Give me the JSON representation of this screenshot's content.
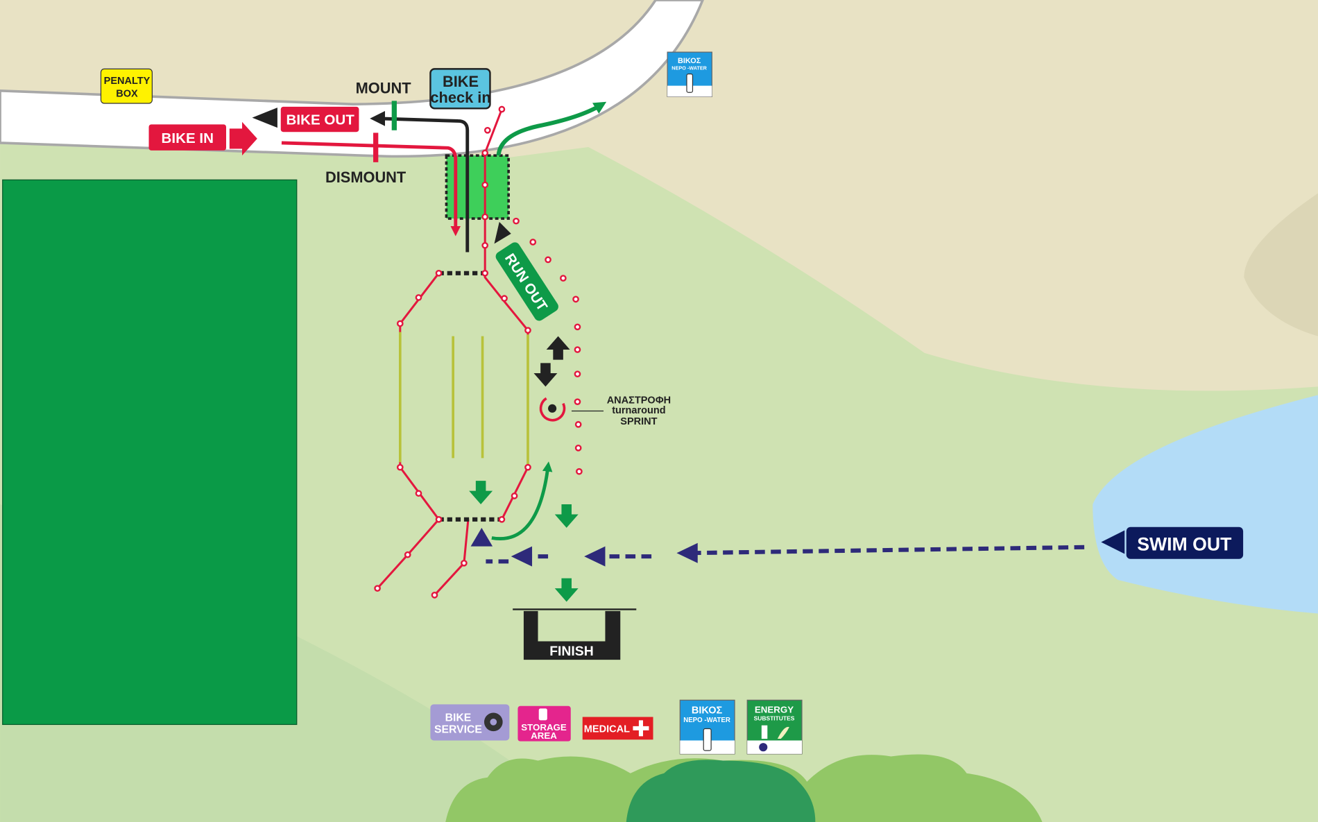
{
  "labels": {
    "penalty_box": [
      "PENALTY",
      "BOX"
    ],
    "mount": "MOUNT",
    "bike_checkin": [
      "BIKE",
      "check in"
    ],
    "bike_out": "BIKE OUT",
    "bike_in": "BIKE IN",
    "dismount": "DISMOUNT",
    "run_out": "RUN OUT",
    "turnaround": [
      "ΑΝΑΣΤΡΟΦΗ",
      "turnaround",
      "SPRINT"
    ],
    "swim_out": "SWIM OUT",
    "finish": "FINISH",
    "bike_service": [
      "BIKE",
      "SERVICE"
    ],
    "storage_area": [
      "STORAGE",
      "AREA"
    ],
    "medical": "MEDICAL",
    "water_station": [
      "ΒΙΚΟΣ",
      "NEPO -WATER"
    ],
    "energy_station": [
      "ENERGY",
      "SUBSTITUTES"
    ]
  },
  "colors": {
    "bike_in": "#e3173e",
    "bike_out": "#e3173e",
    "run": "#0e9a48",
    "swim": "#2e2a7a",
    "swim_out_badge": "#0c1a5c",
    "lake": "#b3dcf7",
    "field": "#0a9a47",
    "penalty": "#fff200",
    "checkin": "#5bc4e0",
    "bike_service": "#a49bd4",
    "storage": "#e4258d",
    "medical": "#e31e24",
    "water": "#1e9ae0"
  },
  "icons": [
    "arrow-icon",
    "water-bottle-icon",
    "bike-wheel-icon",
    "medical-cross-icon",
    "banana-icon",
    "turnaround-icon"
  ]
}
